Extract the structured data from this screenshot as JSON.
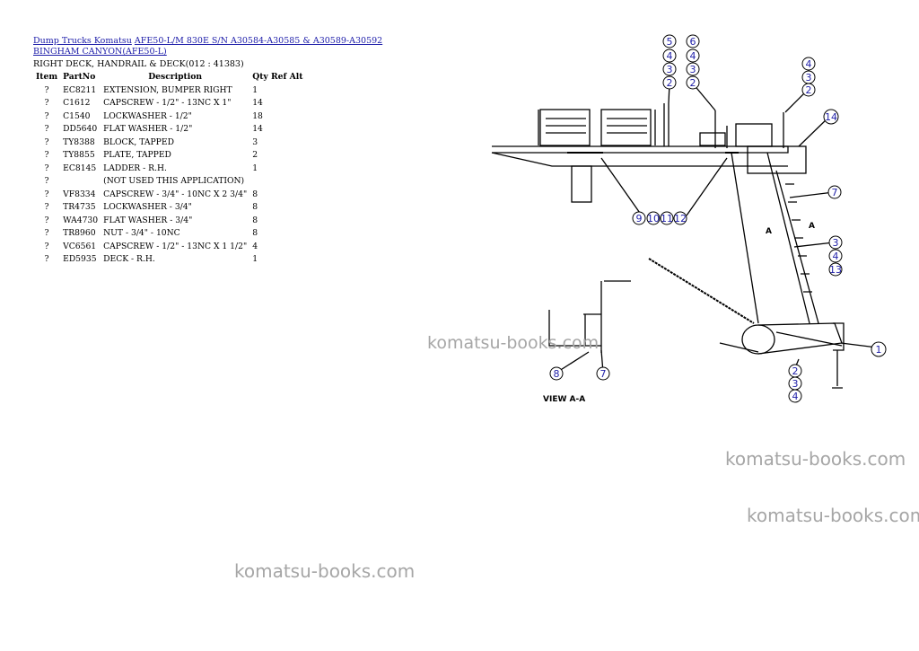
{
  "breadcrumb": {
    "link1": "Dump Trucks Komatsu",
    "link2": "AFE50-L/M 830E S/N A30584-A30585 & A30589-A30592 BINGHAM CANYON(AFE50-L)"
  },
  "page_subtitle": "RIGHT DECK, HANDRAIL & DECK(012 : 41383)",
  "table": {
    "headers": [
      "Item",
      "PartNo",
      "Description",
      "Qty",
      "Ref",
      "Alt"
    ],
    "rows": [
      {
        "item": "?",
        "part": "EC8211",
        "desc": "EXTENSION, BUMPER RIGHT",
        "qty": "1"
      },
      {
        "item": "?",
        "part": "C1612",
        "desc": "CAPSCREW - 1/2\" - 13NC X 1\"",
        "qty": "14"
      },
      {
        "item": "?",
        "part": "C1540",
        "desc": "LOCKWASHER - 1/2\"",
        "qty": "18"
      },
      {
        "item": "?",
        "part": "DD5640",
        "desc": "FLAT WASHER - 1/2\"",
        "qty": "14"
      },
      {
        "item": "?",
        "part": "TY8388",
        "desc": "BLOCK, TAPPED",
        "qty": "3"
      },
      {
        "item": "?",
        "part": "TY8855",
        "desc": "PLATE, TAPPED",
        "qty": "2"
      },
      {
        "item": "?",
        "part": "EC8145",
        "desc": "LADDER - R.H.",
        "qty": "1"
      },
      {
        "item": "?",
        "part": "",
        "desc": "(NOT USED THIS APPLICATION)",
        "qty": ""
      },
      {
        "item": "?",
        "part": "VF8334",
        "desc": "CAPSCREW - 3/4\" - 10NC X 2 3/4\"",
        "qty": "8"
      },
      {
        "item": "?",
        "part": "TR4735",
        "desc": "LOCKWASHER - 3/4\"",
        "qty": "8"
      },
      {
        "item": "?",
        "part": "WA4730",
        "desc": "FLAT WASHER - 3/4\"",
        "qty": "8"
      },
      {
        "item": "?",
        "part": "TR8960",
        "desc": "NUT - 3/4\" - 10NC",
        "qty": "8"
      },
      {
        "item": "?",
        "part": "VC6561",
        "desc": "CAPSCREW - 1/2\" - 13NC X 1 1/2\"",
        "qty": "4"
      },
      {
        "item": "?",
        "part": "ED5935",
        "desc": "DECK - R.H.",
        "qty": "1"
      }
    ]
  },
  "diagram": {
    "view_label": "VIEW A-A",
    "section_mark_left": "A",
    "section_mark_right": "A",
    "callouts": [
      "5",
      "4",
      "3",
      "2",
      "6",
      "4",
      "3",
      "2",
      "4",
      "3",
      "2",
      "14",
      "7",
      "9",
      "10",
      "11",
      "12",
      "3",
      "4",
      "13",
      "1",
      "2",
      "3",
      "4",
      "8",
      "7"
    ]
  },
  "watermark": "komatsu-books.com"
}
